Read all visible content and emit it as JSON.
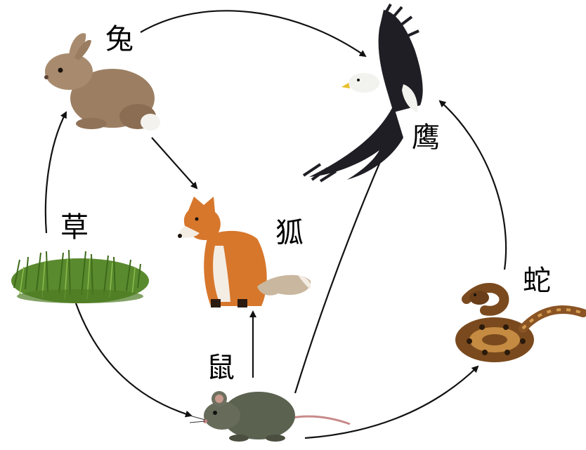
{
  "organisms": {
    "grass": "草",
    "rabbit": "兔",
    "eagle": "鹰",
    "fox": "狐",
    "mouse": "鼠",
    "snake": "蛇"
  },
  "food_web_links": [
    [
      "grass",
      "rabbit"
    ],
    [
      "grass",
      "mouse"
    ],
    [
      "rabbit",
      "eagle"
    ],
    [
      "rabbit",
      "fox"
    ],
    [
      "mouse",
      "fox"
    ],
    [
      "mouse",
      "eagle"
    ],
    [
      "mouse",
      "snake"
    ],
    [
      "snake",
      "eagle"
    ]
  ],
  "colors": {
    "arrow": "#111111",
    "grass": "#5a8a2e",
    "rabbit": "#9c7f63",
    "eagle": "#1e1e24",
    "eagle_head": "#f2f2ee",
    "fox": "#d7772c",
    "mouse": "#5c6250",
    "snake": "#7a4a1e"
  }
}
